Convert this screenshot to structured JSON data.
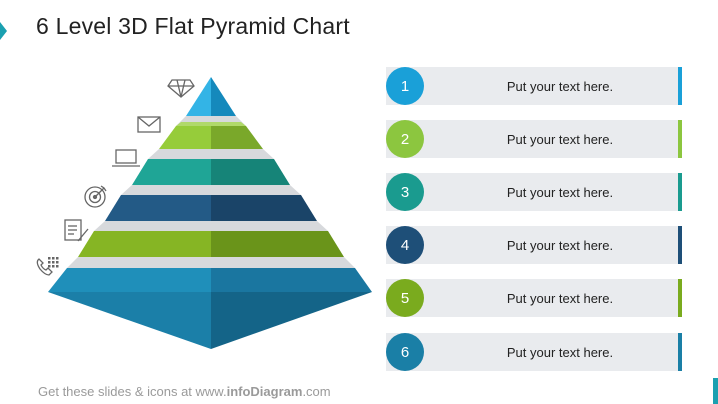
{
  "title": "6 Level 3D Flat Pyramid Chart",
  "levels": [
    {
      "number": "1",
      "text": "Put your text here.",
      "color": "#1aa0d8",
      "icon": "diamond-icon"
    },
    {
      "number": "2",
      "text": "Put your text here.",
      "color": "#8cc63f",
      "icon": "envelope-icon"
    },
    {
      "number": "3",
      "text": "Put your text here.",
      "color": "#1a9b8f",
      "icon": "laptop-icon"
    },
    {
      "number": "4",
      "text": "Put your text here.",
      "color": "#1e4f78",
      "icon": "target-icon"
    },
    {
      "number": "5",
      "text": "Put your text here.",
      "color": "#7aab1e",
      "icon": "document-pen-icon"
    },
    {
      "number": "6",
      "text": "Put your text here.",
      "color": "#1a7fa6",
      "icon": "phone-keypad-icon"
    }
  ],
  "footer": {
    "prefix": "Get these slides & icons at www.",
    "brand": "infoDiagram",
    "suffix": ".com"
  }
}
